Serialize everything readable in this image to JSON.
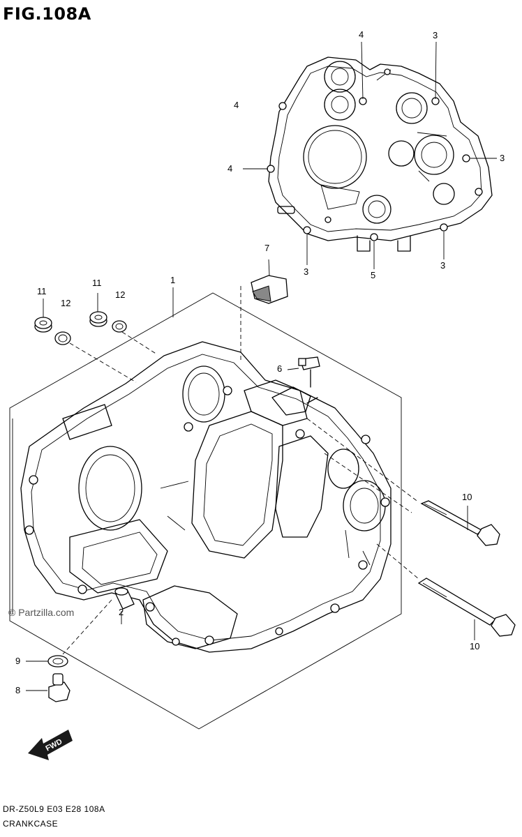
{
  "header": {
    "figure_title": "FIG.108A"
  },
  "footer": {
    "model_code": "DR-Z50L9  E03  E28  108A",
    "section_name": "CRANKCASE"
  },
  "watermark": {
    "text": "© Partzilla.com"
  },
  "fwd_label": "FWD",
  "callouts": [
    {
      "id": "c4a",
      "text": "4"
    },
    {
      "id": "c3a",
      "text": "3"
    },
    {
      "id": "c4b",
      "text": "4"
    },
    {
      "id": "c3b",
      "text": "3"
    },
    {
      "id": "c4c",
      "text": "4"
    },
    {
      "id": "c3c",
      "text": "3"
    },
    {
      "id": "c5",
      "text": "5"
    },
    {
      "id": "c3d",
      "text": "3"
    },
    {
      "id": "c7",
      "text": "7"
    },
    {
      "id": "c1",
      "text": "1"
    },
    {
      "id": "c11a",
      "text": "11"
    },
    {
      "id": "c12a",
      "text": "12"
    },
    {
      "id": "c11b",
      "text": "11"
    },
    {
      "id": "c12b",
      "text": "12"
    },
    {
      "id": "c6",
      "text": "6"
    },
    {
      "id": "c10a",
      "text": "10"
    },
    {
      "id": "c10b",
      "text": "10"
    },
    {
      "id": "c2",
      "text": "2"
    },
    {
      "id": "c9",
      "text": "9"
    },
    {
      "id": "c8",
      "text": "8"
    }
  ]
}
